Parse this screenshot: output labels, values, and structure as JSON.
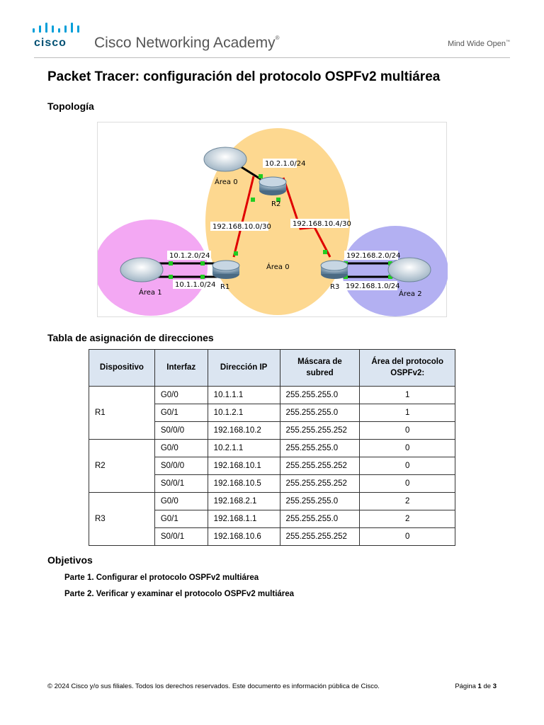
{
  "header": {
    "brand": "cisco",
    "academy": "Cisco Networking Academy",
    "academy_mark": "®",
    "tagline": "Mind Wide Open",
    "tagline_mark": "™"
  },
  "title": "Packet Tracer: configuración del protocolo OSPFv2 multiárea",
  "topology": {
    "heading": "Topología",
    "routers": [
      "R1",
      "R2",
      "R3"
    ],
    "areas": [
      "Área 0",
      "Área 0",
      "Área 1",
      "Área 2"
    ],
    "networks": [
      "10.2.1.0/24",
      "192.168.10.0/30",
      "192.168.10.4/30",
      "10.1.2.0/24",
      "10.1.1.0/24",
      "192.168.2.0/24",
      "192.168.1.0/24"
    ],
    "colors": {
      "area0": "#fdd890",
      "area1": "#f3a8f3",
      "area2": "#b3b0f2",
      "link": "#e00000",
      "port": "#22cc22"
    }
  },
  "table": {
    "heading": "Tabla de asignación de direcciones",
    "columns": [
      "Dispositivo",
      "Interfaz",
      "Dirección IP",
      "Máscara de subred",
      "Área del protocolo OSPFv2:"
    ],
    "groups": [
      {
        "device": "R1",
        "rows": [
          [
            "G0/0",
            "10.1.1.1",
            "255.255.255.0",
            "1"
          ],
          [
            "G0/1",
            "10.1.2.1",
            "255.255.255.0",
            "1"
          ],
          [
            "S0/0/0",
            "192.168.10.2",
            "255.255.255.252",
            "0"
          ]
        ]
      },
      {
        "device": "R2",
        "rows": [
          [
            "G0/0",
            "10.2.1.1",
            "255.255.255.0",
            "0"
          ],
          [
            "S0/0/0",
            "192.168.10.1",
            "255.255.255.252",
            "0"
          ],
          [
            "S0/0/1",
            "192.168.10.5",
            "255.255.255.252",
            "0"
          ]
        ]
      },
      {
        "device": "R3",
        "rows": [
          [
            "G0/0",
            "192.168.2.1",
            "255.255.255.0",
            "2"
          ],
          [
            "G0/1",
            "192.168.1.1",
            "255.255.255.0",
            "2"
          ],
          [
            "S0/0/1",
            "192.168.10.6",
            "255.255.255.252",
            "0"
          ]
        ]
      }
    ]
  },
  "objectives": {
    "heading": "Objetivos",
    "items": [
      "Parte 1. Configurar el protocolo OSPFv2 multiárea",
      "Parte 2. Verificar y examinar el protocolo OSPFv2 multiárea"
    ]
  },
  "footer": {
    "copyright": "© 2024 Cisco y/o sus filiales. Todos los derechos reservados. Este documento es información pública de Cisco.",
    "page_label": "Página",
    "page_current": "1",
    "page_of": "de",
    "page_total": "3"
  }
}
